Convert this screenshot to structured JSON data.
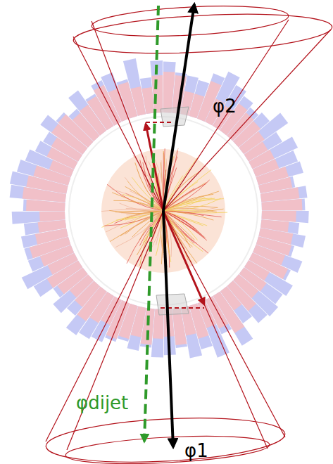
{
  "diagram": {
    "labels": [
      "φ2",
      "φ1",
      "φdijet"
    ]
  }
}
